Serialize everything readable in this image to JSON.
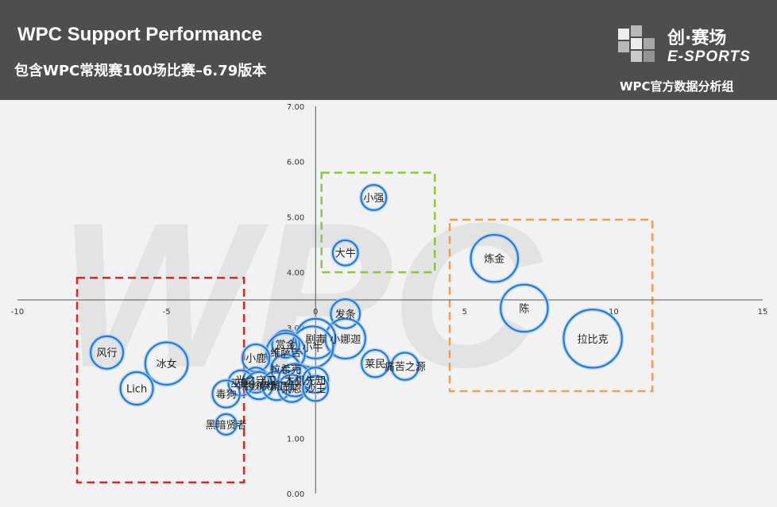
{
  "header": {
    "title": "WPC Support Performance",
    "subtitle": "包含WPC常规赛100场比赛–6.79版本",
    "brand_name_cn": "创·赛场",
    "brand_name_en": "E-SPORTS",
    "brand_org": "WPC官方数据分析组"
  },
  "colors": {
    "header_bg": "#4e4e4e",
    "plot_bg": "#f2f2f2",
    "bubble_stroke": "#1f77d4",
    "box_red": "#d9262b",
    "box_green": "#8dc63f",
    "box_orange": "#f0a04b"
  },
  "chart_data": {
    "type": "scatter",
    "x_ticks": [
      "-10",
      "-5",
      "0",
      "5",
      "10",
      "15"
    ],
    "y_ticks": [
      "7.00",
      "6.00",
      "5.00",
      "4.00",
      "3.00",
      "2.00",
      "1.00",
      "0.00"
    ],
    "x_ticks_values": [
      -10,
      -5,
      0,
      5,
      10,
      15
    ],
    "y_ticks_values": [
      7,
      6,
      5,
      4,
      3,
      2,
      1,
      0
    ],
    "xlim": [
      -10,
      15
    ],
    "ylim": [
      0,
      7
    ],
    "x_axis_crosses_y": 3.5,
    "y_axis_crosses_x": 0,
    "grid": false,
    "watermark": "WPC",
    "points": [
      {
        "name": "小强",
        "x": 1.95,
        "y": 5.35,
        "size": 0.6
      },
      {
        "name": "大牛",
        "x": 1.0,
        "y": 4.35,
        "size": 0.6
      },
      {
        "name": "炼金",
        "x": 6.0,
        "y": 4.25,
        "size": 2.1
      },
      {
        "name": "陈",
        "x": 7.0,
        "y": 3.35,
        "size": 2.1
      },
      {
        "name": "拉比克",
        "x": 9.3,
        "y": 2.8,
        "size": 3.2
      },
      {
        "name": "发条",
        "x": 1.0,
        "y": 3.25,
        "size": 0.8
      },
      {
        "name": "小娜迦",
        "x": 1.0,
        "y": 2.8,
        "size": 1.5
      },
      {
        "name": "剧毒",
        "x": 0.0,
        "y": 2.8,
        "size": 1.5
      },
      {
        "name": "小牛",
        "x": -0.1,
        "y": 2.65,
        "size": 1.6
      },
      {
        "name": "赏金",
        "x": -1.0,
        "y": 2.7,
        "size": 0.7
      },
      {
        "name": "维萨吉",
        "x": -1.0,
        "y": 2.55,
        "size": 1.4
      },
      {
        "name": "小鹿",
        "x": -2.0,
        "y": 2.45,
        "size": 0.7
      },
      {
        "name": "拉希克",
        "x": -1.0,
        "y": 2.25,
        "size": 0.8
      },
      {
        "name": "光之守卫",
        "x": -2.0,
        "y": 2.05,
        "size": 0.6
      },
      {
        "name": "巫医",
        "x": -2.5,
        "y": 2.0,
        "size": 0.6
      },
      {
        "name": "暗影萨满",
        "x": -1.9,
        "y": 1.95,
        "size": 0.7
      },
      {
        "name": "树精卫士",
        "x": -1.3,
        "y": 1.95,
        "size": 0.8
      },
      {
        "name": "莱恩",
        "x": -0.8,
        "y": 1.9,
        "size": 0.7
      },
      {
        "name": "木机",
        "x": -0.7,
        "y": 2.05,
        "size": 1.0
      },
      {
        "name": "先知",
        "x": 0.0,
        "y": 2.05,
        "size": 0.6
      },
      {
        "name": "沙王",
        "x": 0.0,
        "y": 1.9,
        "size": 0.6
      },
      {
        "name": "莱民",
        "x": 2.0,
        "y": 2.35,
        "size": 0.7
      },
      {
        "name": "痛苦之源",
        "x": 3.0,
        "y": 2.3,
        "size": 0.7
      },
      {
        "name": "风行",
        "x": -7.0,
        "y": 2.55,
        "size": 1.0
      },
      {
        "name": "冰女",
        "x": -5.0,
        "y": 2.35,
        "size": 1.7
      },
      {
        "name": "Lich",
        "x": -6.0,
        "y": 1.9,
        "size": 1.0
      },
      {
        "name": "毒狗",
        "x": -3.0,
        "y": 1.8,
        "size": 0.7
      },
      {
        "name": "黑暗贤者",
        "x": -3.0,
        "y": 1.25,
        "size": 0.4
      }
    ],
    "highlight_boxes": [
      {
        "color_key": "box_red",
        "x0": -8,
        "x1": -2.4,
        "y0": 0.2,
        "y1": 3.9
      },
      {
        "color_key": "box_green",
        "x0": 0.2,
        "x1": 4.0,
        "y0": 4.0,
        "y1": 5.8
      },
      {
        "color_key": "box_orange",
        "x0": 4.5,
        "x1": 11.3,
        "y0": 1.85,
        "y1": 4.95
      }
    ]
  }
}
